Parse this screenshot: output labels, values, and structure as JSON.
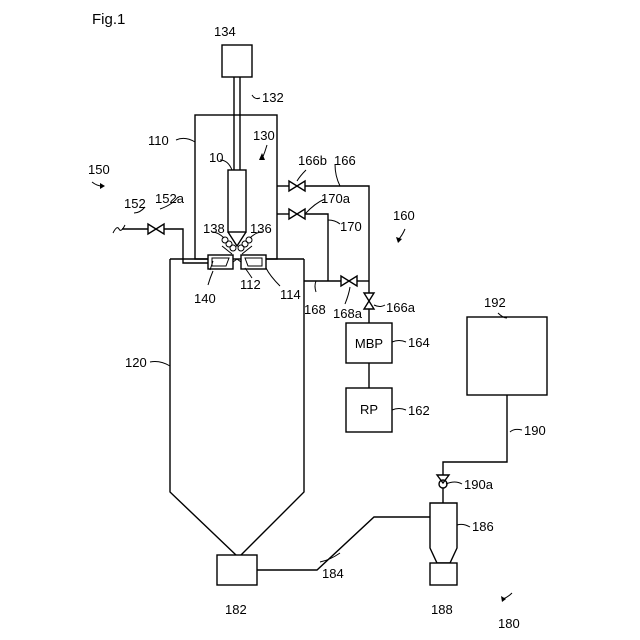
{
  "figure_label": "Fig.1",
  "equipment": {
    "mbp": "MBP",
    "rp": "RP"
  },
  "refs": {
    "r10": "10",
    "r110": "110",
    "r112": "112",
    "r114": "114",
    "r120": "120",
    "r130": "130",
    "r132": "132",
    "r134": "134",
    "r136": "136",
    "r138": "138",
    "r140": "140",
    "r150": "150",
    "r152": "152",
    "r152a": "152a",
    "r160": "160",
    "r162": "162",
    "r164": "164",
    "r166": "166",
    "r166a": "166a",
    "r166b": "166b",
    "r168": "168",
    "r168a": "168a",
    "r170": "170",
    "r170a": "170a",
    "r180": "180",
    "r182": "182",
    "r184": "184",
    "r186": "186",
    "r188": "188",
    "r190": "190",
    "r190a": "190a",
    "r192": "192"
  }
}
